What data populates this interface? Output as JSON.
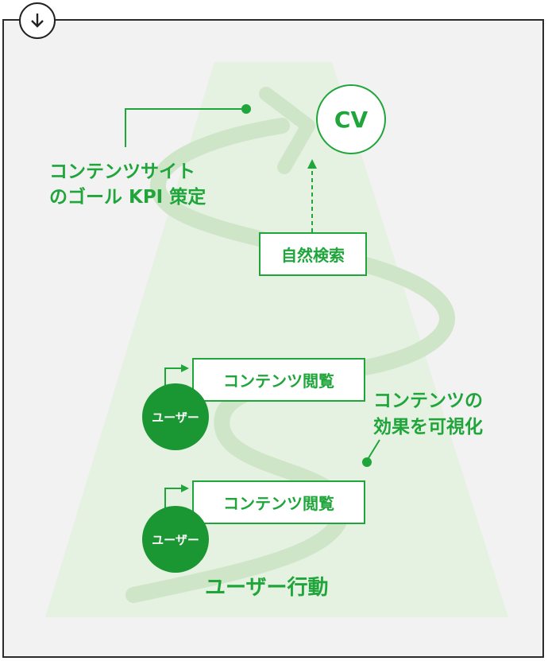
{
  "colors": {
    "accent": "#1fa53a",
    "dark_green": "#1a9632",
    "trapezoid": "#e5f1e1",
    "wave": "#cfe5c8",
    "frame": "#2b2b2b"
  },
  "icons": {
    "corner": "arrow-down-circle-icon"
  },
  "goal": {
    "line1": "コンテンツサイト",
    "line2": "のゴール KPI 策定"
  },
  "cv_label": "CV",
  "search_box": "自然検索",
  "content_box_1": "コンテンツ閲覧",
  "content_box_2": "コンテンツ閲覧",
  "user_1": "ユーザー",
  "user_2": "ユーザー",
  "effect": {
    "line1": "コンテンツの",
    "line2": "効果を可視化"
  },
  "behavior_label": "ユーザー行動"
}
